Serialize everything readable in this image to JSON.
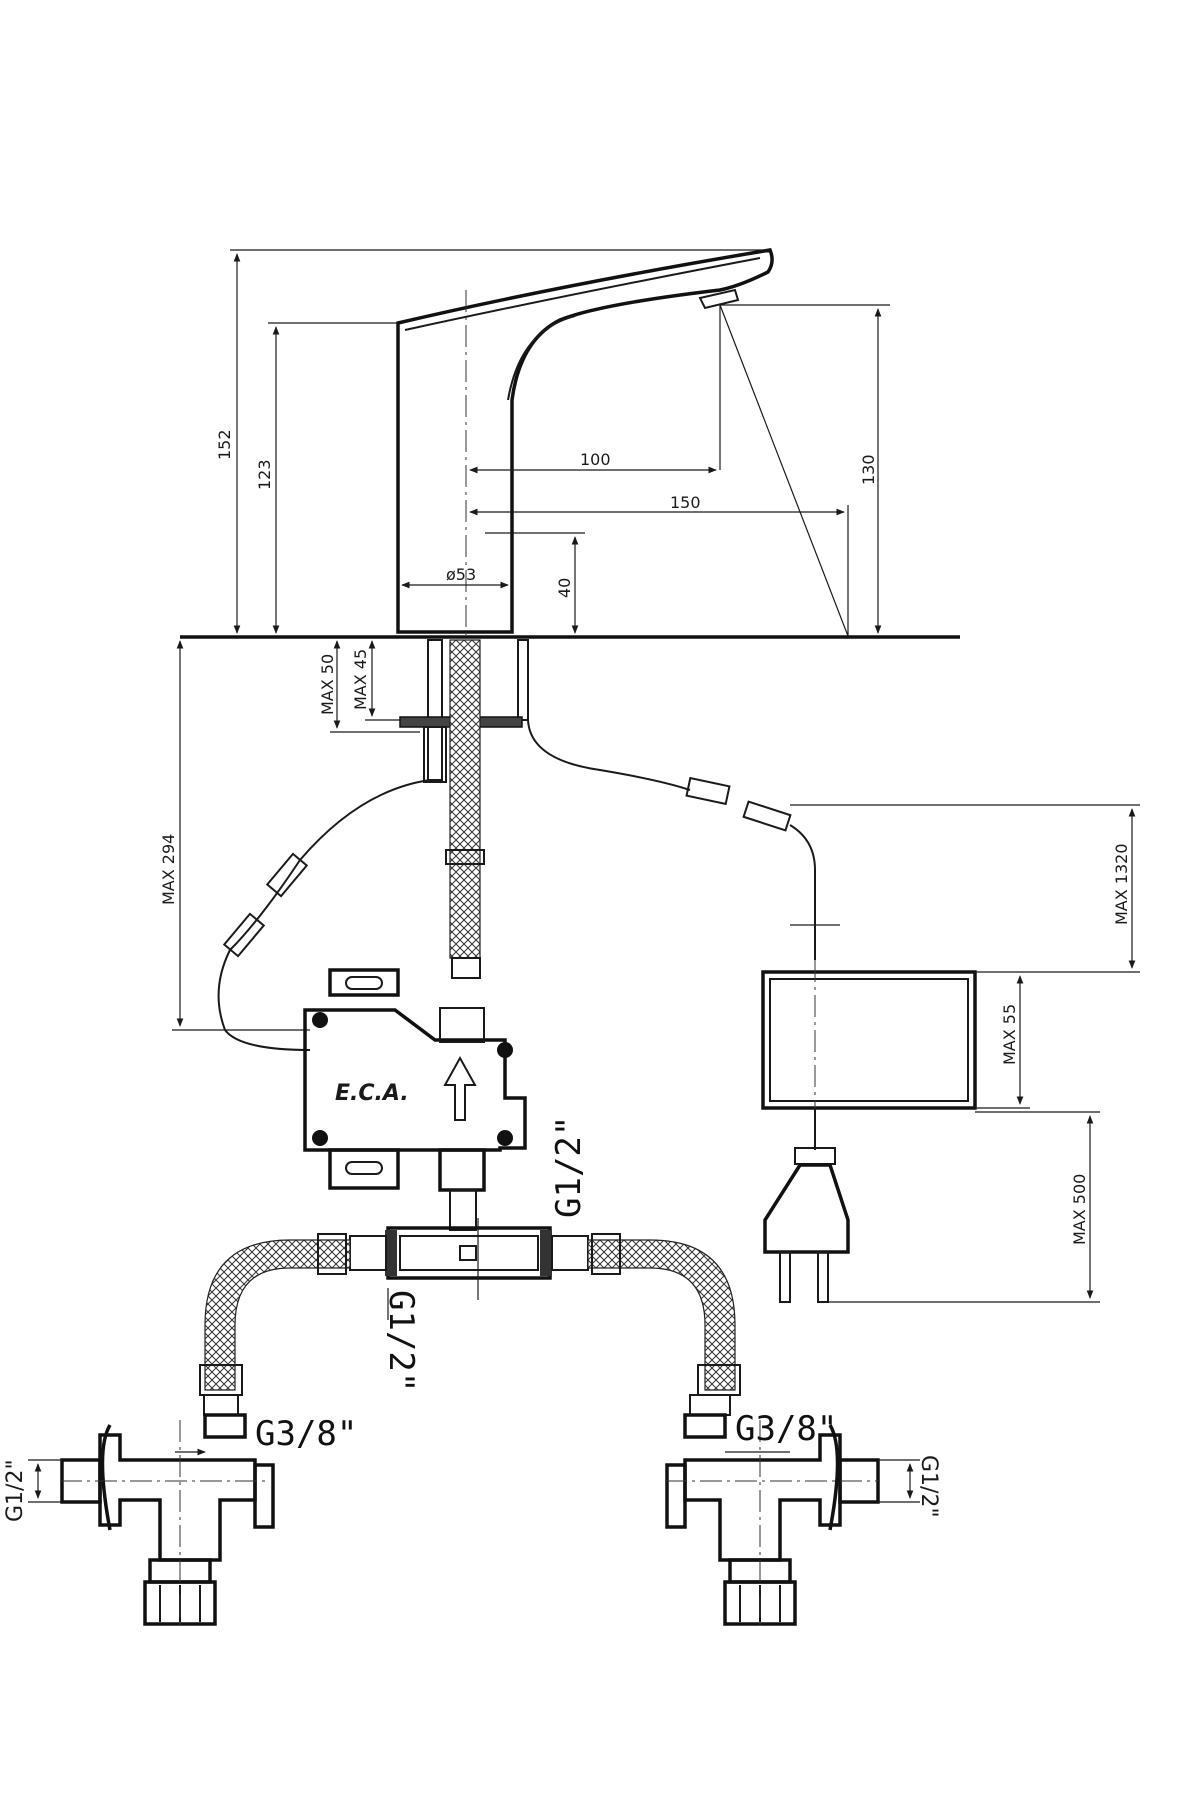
{
  "dimensions": {
    "faucet_height": "152",
    "body_height": "123",
    "spout_reach": "100",
    "spout_total": "150",
    "spout_height": "130",
    "base_diameter": "ø53",
    "sensor_height": "40",
    "max_50": "MAX 50",
    "max_45": "MAX 45",
    "max_294": "MAX 294",
    "max_1320": "MAX 1320",
    "max_55": "MAX 55",
    "max_500": "MAX 500"
  },
  "threads": {
    "top_tee": "G1/2\"",
    "bottom_tee": "G1/2\"",
    "left_valve_outlet": "G3/8\"",
    "right_valve_outlet": "G3/8\"",
    "left_valve_inlet": "G1/2\"",
    "right_valve_inlet": "G1/2\""
  },
  "brand": "E.C.A."
}
